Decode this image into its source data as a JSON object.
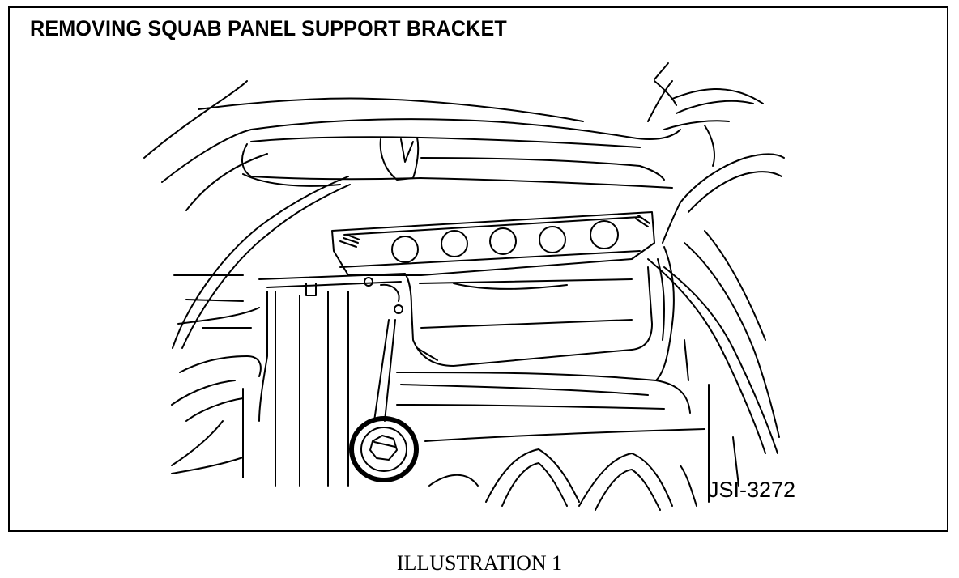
{
  "figure": {
    "title": "REMOVING SQUAB PANEL SUPPORT BRACKET",
    "reference_code": "JSI-3272",
    "caption": "ILLUSTRATION 1"
  }
}
